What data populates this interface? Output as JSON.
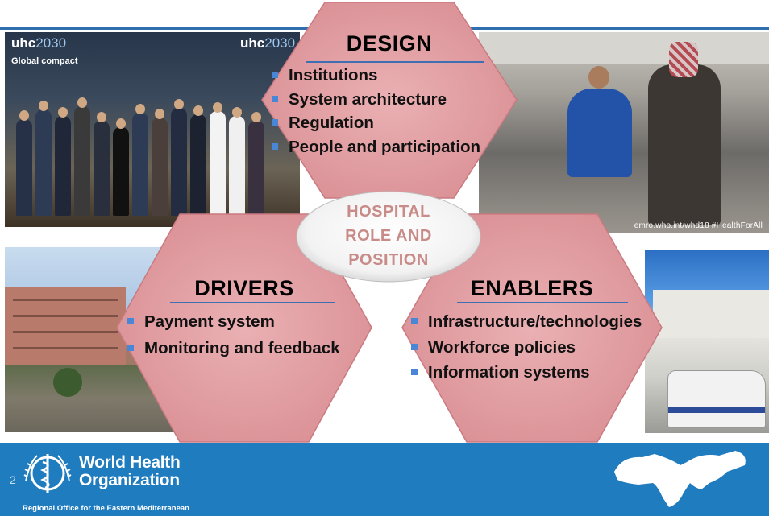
{
  "hexagons": {
    "design": {
      "title": "DESIGN",
      "items": [
        "Institutions",
        "System architecture",
        "Regulation",
        "People and participation"
      ]
    },
    "drivers": {
      "title": "DRIVERS",
      "items": [
        "Payment system",
        "Monitoring and feedback"
      ]
    },
    "enablers": {
      "title": "ENABLERS",
      "items": [
        "Infrastructure/technologies",
        "Workforce policies",
        "Information systems"
      ]
    }
  },
  "center": {
    "lines": [
      "HOSPITAL",
      "ROLE AND",
      "POSITION"
    ]
  },
  "photos": {
    "top_left": {
      "logo_left": "uhc",
      "logo_left_suffix": "2030",
      "logo_right": "uhc",
      "logo_right_suffix": "2030",
      "banner": "Global compact"
    },
    "top_right": {
      "caption": "emro.who.int/whd18     #HealthForAll"
    }
  },
  "footer": {
    "page_number": "2",
    "org_line1": "World Health",
    "org_line2": "Organization",
    "region": "Regional Office for the Eastern Mediterranean"
  },
  "colors": {
    "hex_fill": "#e4a1a5",
    "accent_blue": "#3e6fb5",
    "footer_blue": "#1f7cbf",
    "center_text": "#c88b88"
  }
}
